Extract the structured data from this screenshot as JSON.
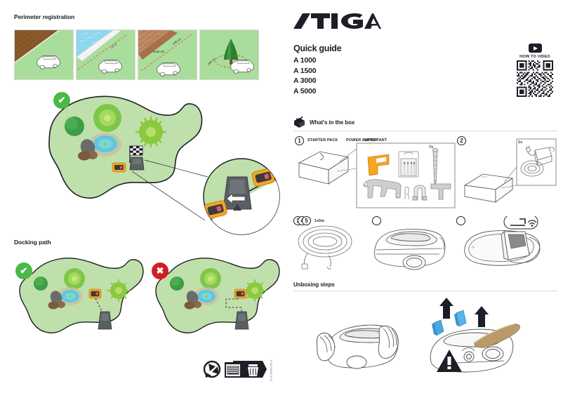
{
  "brand": {
    "logo_text": "STIGA",
    "accent_green": "#4cb847",
    "accent_red": "#cf1f26",
    "accent_orange": "#f5a623",
    "lawn_green": "#bfe0ab",
    "thumb_green": "#a9dd9b",
    "ink": "#1c1f26"
  },
  "left": {
    "perimeter": {
      "title": "Perimeter registration",
      "thumbnails": [
        {
          "id": "thumb-soil",
          "scene": "soil-border",
          "labels": []
        },
        {
          "id": "thumb-pool",
          "scene": "pool-border",
          "labels": [
            "≥1 m"
          ]
        },
        {
          "id": "thumb-wall",
          "scene": "wall-border",
          "labels": [
            "h≥50 cm",
            "≥40 cm"
          ]
        },
        {
          "id": "thumb-tree",
          "scene": "tree-obstacle",
          "labels": [
            "≥40 cm"
          ]
        }
      ]
    },
    "garden_main": {
      "status": "ok",
      "status_glyph": "✔",
      "callout": "docking-station-detail-zoom"
    },
    "docking": {
      "title": "Docking path",
      "panels": [
        {
          "id": "docking-correct",
          "status": "ok",
          "status_glyph": "✔"
        },
        {
          "id": "docking-incorrect",
          "status": "no",
          "status_glyph": "✖"
        }
      ]
    },
    "footer": {
      "doc_code": "1711.8300.6.12"
    }
  },
  "right": {
    "header": {
      "title": "Quick guide",
      "models": [
        "A 1000",
        "A 1500",
        "A 3000",
        "A 5000"
      ],
      "video_caption": "HOW TO VIDEO"
    },
    "box_section": {
      "title": "What's in the box",
      "items": [
        {
          "number": "1",
          "label": "STARTER PACK",
          "overlay_label_a": "POWER SUPPLY",
          "overlay_label_b": "IMPORTANT",
          "detail_quantities": [
            "7x"
          ],
          "detail_parts": [
            "orange-tool",
            "blister-pack",
            "long-screw",
            "bracket",
            "staples",
            "u-bracket",
            "t-key"
          ]
        },
        {
          "number": "2",
          "label": "",
          "detail_quantities": [
            "1x"
          ],
          "detail_parts": [
            "power-adapter-cable"
          ]
        }
      ],
      "row2": [
        {
          "numbers": [
            "3",
            "4",
            "5"
          ],
          "quantity": "1x5m",
          "part": "cable-coil"
        },
        {
          "numbers": [
            ""
          ],
          "quantity": "",
          "part": "robot-mower"
        },
        {
          "numbers": [
            ""
          ],
          "quantity": "",
          "part": "docking-base-plate"
        }
      ]
    },
    "unboxing_section": {
      "title": "Unboxing steps",
      "steps": [
        {
          "id": "lift-mower",
          "art": "hands-lifting-mower"
        },
        {
          "id": "remove-packing",
          "art": "remove-foam-blocks",
          "warning_glyph": "!"
        }
      ]
    }
  }
}
